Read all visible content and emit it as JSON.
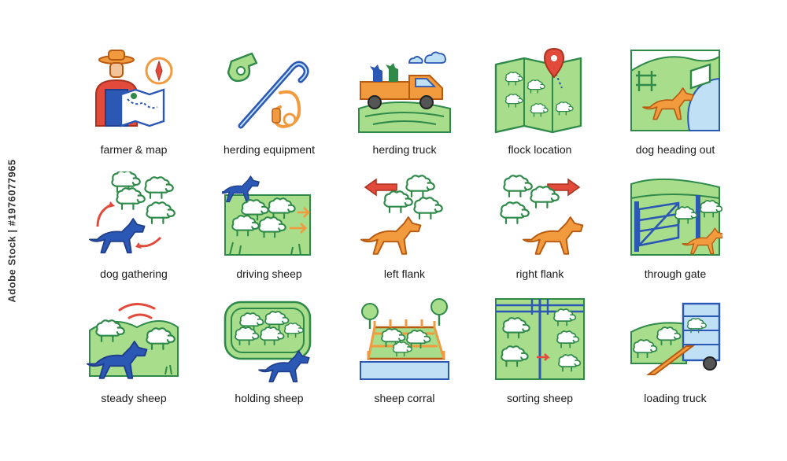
{
  "credit": "Adobe Stock | #1976077965",
  "colors": {
    "green_line": "#2f8a4a",
    "green_fill": "#a8dd8c",
    "blue": "#2b57b5",
    "orange": "#e07b22",
    "red": "#e24b3b",
    "sky": "#bfe0f5",
    "skin": "#f3c49a"
  },
  "icons": [
    {
      "label": "farmer & map",
      "icon": "farmer-map-icon"
    },
    {
      "label": "herding equipment",
      "icon": "herding-equipment-icon"
    },
    {
      "label": "herding truck",
      "icon": "herding-truck-icon"
    },
    {
      "label": "flock location",
      "icon": "flock-location-icon"
    },
    {
      "label": "dog heading out",
      "icon": "dog-heading-out-icon"
    },
    {
      "label": "dog gathering",
      "icon": "dog-gathering-icon"
    },
    {
      "label": "driving sheep",
      "icon": "driving-sheep-icon"
    },
    {
      "label": "left flank",
      "icon": "left-flank-icon"
    },
    {
      "label": "right flank",
      "icon": "right-flank-icon"
    },
    {
      "label": "through gate",
      "icon": "through-gate-icon"
    },
    {
      "label": "steady sheep",
      "icon": "steady-sheep-icon"
    },
    {
      "label": "holding sheep",
      "icon": "holding-sheep-icon"
    },
    {
      "label": "sheep corral",
      "icon": "sheep-corral-icon"
    },
    {
      "label": "sorting sheep",
      "icon": "sorting-sheep-icon"
    },
    {
      "label": "loading truck",
      "icon": "loading-truck-icon"
    }
  ]
}
